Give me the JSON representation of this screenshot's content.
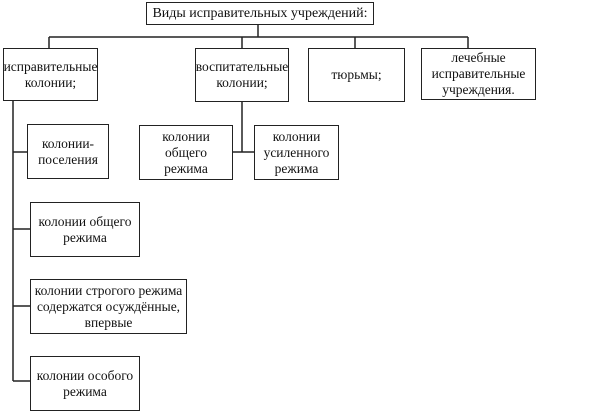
{
  "root": {
    "label": "Виды исправительных учреждений:"
  },
  "types": [
    {
      "label": "исправительные колонии;"
    },
    {
      "label": "воспитательные колонии;"
    },
    {
      "label": "тюрьмы;"
    },
    {
      "label": "лечебные исправительные учреждения."
    }
  ],
  "correctional_colonies": [
    {
      "label": "колонии-поселения"
    },
    {
      "label": "колонии общего режима"
    },
    {
      "label": "колонии строгого режима содержатся осуждённые, впервые"
    },
    {
      "label": "колонии особого режима"
    }
  ],
  "educational_colonies": [
    {
      "label": "колонии общего режима"
    },
    {
      "label": "колонии усиленного режима"
    }
  ]
}
